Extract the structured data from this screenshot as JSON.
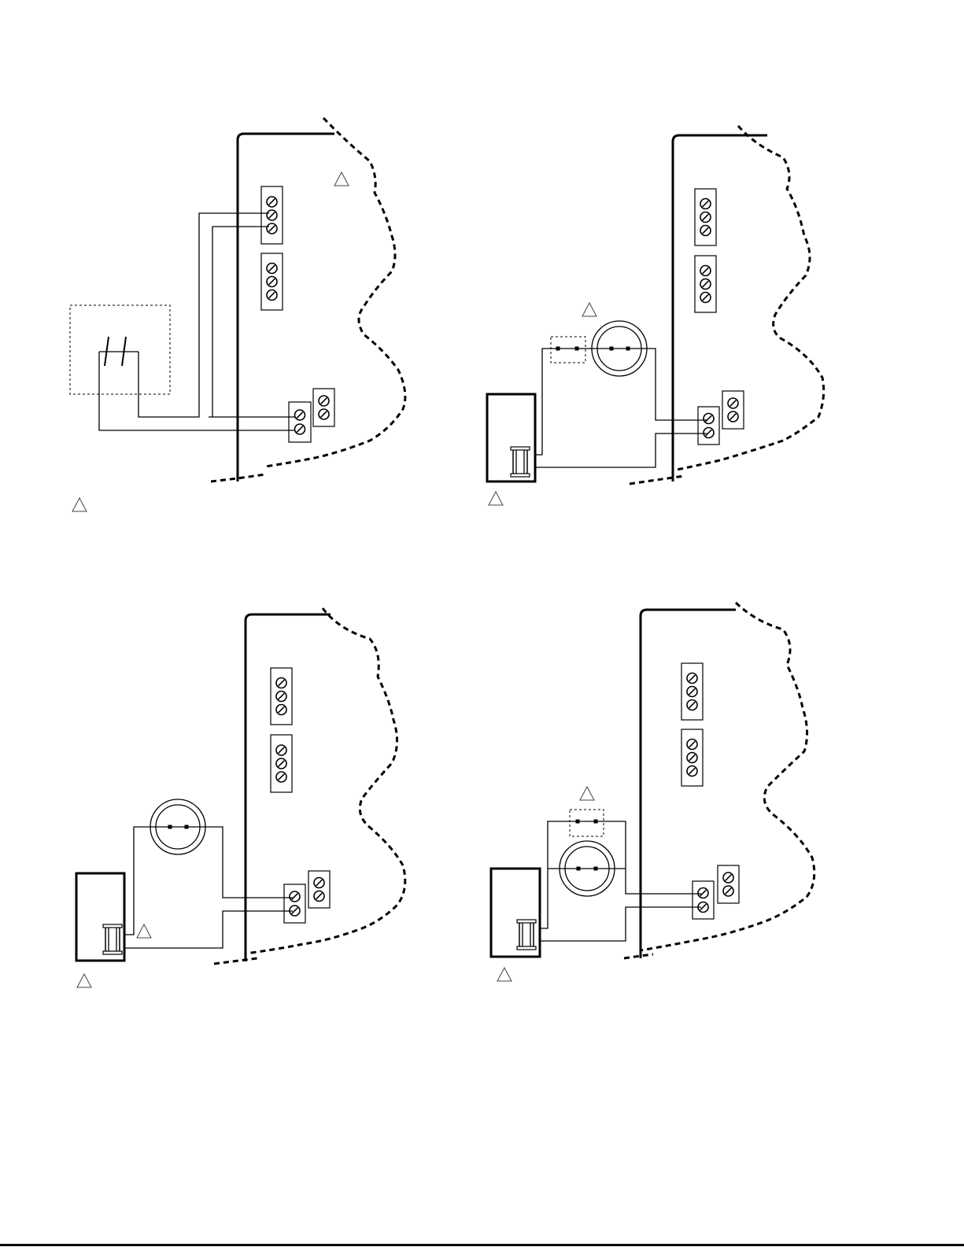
{
  "page": {
    "colors": {
      "ink": "#000000",
      "paper": "#ffffff",
      "note_marker": "#444444"
    }
  },
  "diagrams": [
    {
      "id": "top-left",
      "components": [
        "control-panel-edge",
        "terminal-strip-3x2",
        "terminal-strip-2x2",
        "limit-switch-contacts"
      ],
      "note_markers": 2
    },
    {
      "id": "top-right",
      "components": [
        "control-panel-edge",
        "terminal-strip-3x2",
        "terminal-strip-2x2",
        "external-fuse",
        "transformer-coil",
        "relay-box"
      ],
      "note_markers": 2
    },
    {
      "id": "bottom-left",
      "components": [
        "control-panel-edge",
        "terminal-strip-3x2",
        "terminal-strip-2x2",
        "transformer-coil",
        "relay-box"
      ],
      "note_markers": 2
    },
    {
      "id": "bottom-right",
      "components": [
        "control-panel-edge",
        "terminal-strip-3x2",
        "terminal-strip-2x2",
        "external-fuse",
        "transformer-coil",
        "relay-box"
      ],
      "note_markers": 2
    }
  ]
}
